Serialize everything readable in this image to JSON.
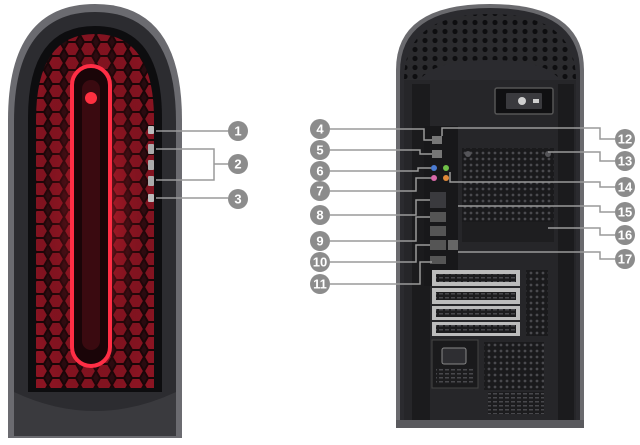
{
  "front_view": {
    "front_ports": [
      "1",
      "2",
      "3"
    ]
  },
  "rear_view": {
    "left_labels": [
      "4",
      "5",
      "6",
      "7",
      "8",
      "9",
      "10",
      "11"
    ],
    "right_labels": [
      "12",
      "13",
      "14",
      "15",
      "16",
      "17"
    ]
  },
  "colors": {
    "callout_circle": "#8c8c8c",
    "chassis_dark": "#1e1e20",
    "chassis_edge": "#5a5a5e",
    "glow_red": "#d0172b",
    "mesh": "#111113"
  }
}
